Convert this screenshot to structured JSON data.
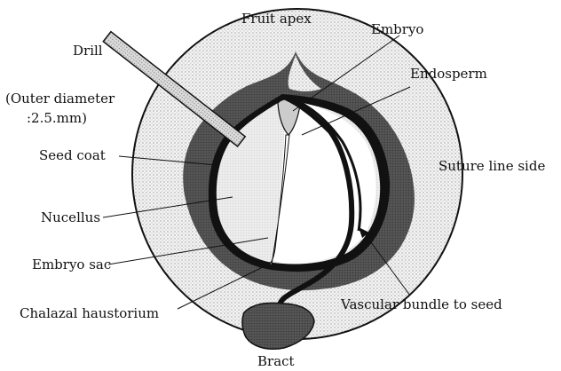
{
  "labels": {
    "fruit_apex": "Fruit apex",
    "embryo": "Embryo",
    "drill": "Drill",
    "endosperm": "Endosperm",
    "outer_diameter_line1": "(Outer diameter",
    "outer_diameter_line2": ":2.5.mm)",
    "seed_coat": "Seed coat",
    "suture_line_side": "Suture line side",
    "nucellus": "Nucellus",
    "embryo_sac": "Embryo sac",
    "chalazal_haustorium": "Chalazal haustorium",
    "vascular_bundle": "Vascular bundle to seed",
    "bract": "Bract"
  }
}
